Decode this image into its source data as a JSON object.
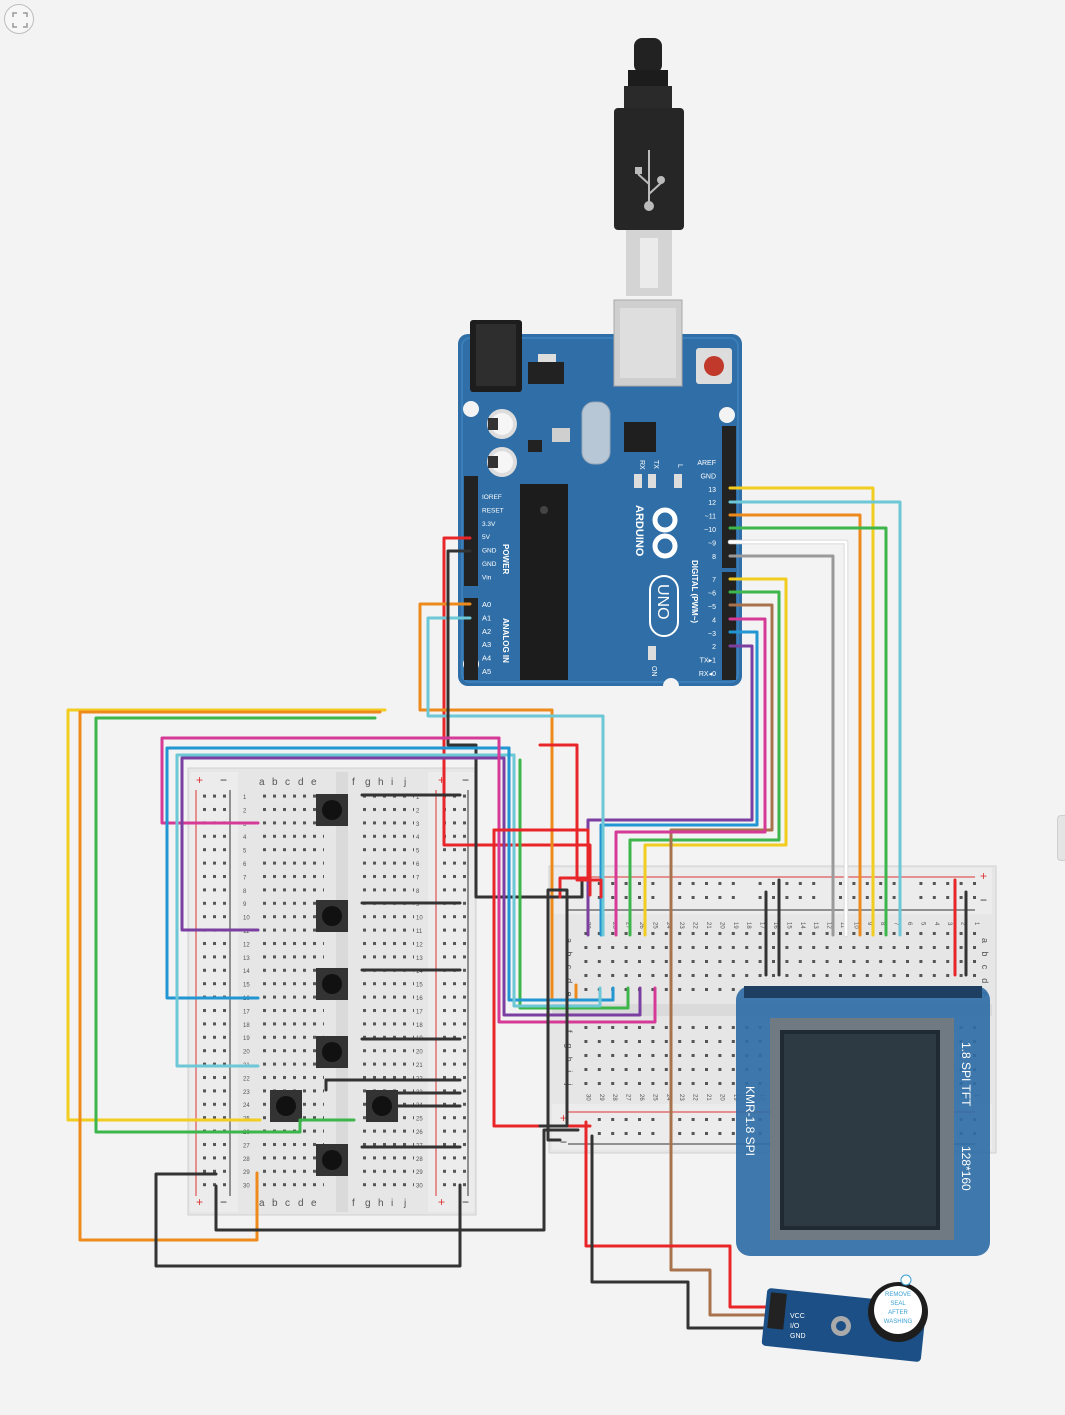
{
  "toolbar": {
    "fit_view_icon": "fit-to-view-icon"
  },
  "arduino": {
    "brand": "ARDUINO",
    "model": "UNO",
    "section_digital": "DIGITAL (PWM~)",
    "section_power": "POWER",
    "section_analog": "ANALOG IN",
    "tx_label": "TX",
    "rx_label": "RX",
    "l_label": "L",
    "on_label": "ON",
    "digital_pins": [
      "AREF",
      "GND",
      "13",
      "12",
      "~11",
      "~10",
      "~9",
      "8",
      "7",
      "~6",
      "~5",
      "4",
      "~3",
      "2",
      "TX▸1",
      "RX◂0"
    ],
    "power_pins": [
      "IOREF",
      "RESET",
      "3.3V",
      "5V",
      "GND",
      "GND",
      "Vin"
    ],
    "analog_pins": [
      "A0",
      "A1",
      "A2",
      "A3",
      "A4",
      "A5"
    ]
  },
  "breadboard_left": {
    "col_letters_left": [
      "a",
      "b",
      "c",
      "d",
      "e"
    ],
    "col_letters_right": [
      "f",
      "g",
      "h",
      "i",
      "j"
    ],
    "plus": "+",
    "minus": "−",
    "row_count": 30
  },
  "breadboard_right": {
    "row_letters_top": [
      "a",
      "b",
      "c",
      "d",
      "e"
    ],
    "row_letters_bottom": [
      "f",
      "g",
      "h",
      "i",
      "j"
    ],
    "plus": "+",
    "minus": "−",
    "col_count": 30
  },
  "tft": {
    "side_text_1": "1.8 SPI TFT",
    "side_text_2": "128*160",
    "side_text_3": "KMR-1.8 SPI"
  },
  "buzzer_module": {
    "pin_vcc": "VCC",
    "pin_io": "I/O",
    "pin_gnd": "GND",
    "sticker": [
      "REMOVE",
      "SEAL",
      "AFTER",
      "WASHING"
    ]
  },
  "wire_colors": {
    "red": "#e8262a",
    "black": "#333333",
    "yellow": "#f2cc1f",
    "orange": "#ee8a1c",
    "green": "#3cb54a",
    "cyan": "#6cc7d6",
    "blue": "#2196d3",
    "purple": "#7a3fa0",
    "magenta": "#d63a97",
    "brown": "#a8734c",
    "gray": "#9a9a9a",
    "white": "#ffffff"
  }
}
